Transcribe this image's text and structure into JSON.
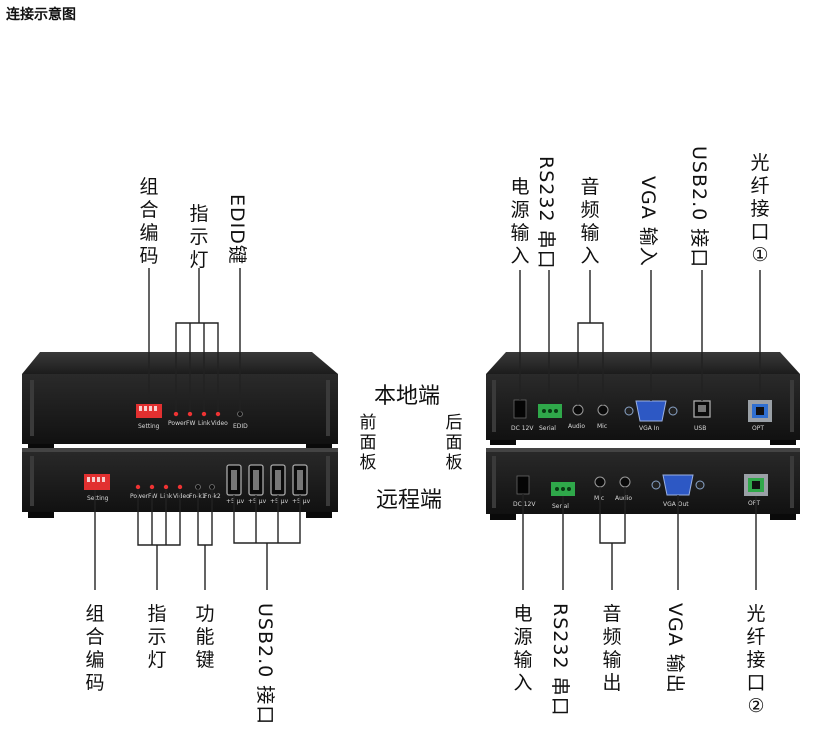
{
  "title": "连接示意图",
  "center": {
    "local": "本地端",
    "remote": "远程端",
    "front": "前\n面\n板",
    "back": "后\n面\n板"
  },
  "local_front": {
    "callouts": {
      "dip": "组\n合\n编\n码",
      "leds": "指\n示\n灯",
      "edid": "EDID键"
    },
    "panel": {
      "setting": "Setting",
      "power": "Power",
      "fw": "FW",
      "link": "Link",
      "video": "Video",
      "edid": "EDID"
    }
  },
  "remote_front": {
    "callouts": {
      "dip": "组\n合\n编\n码",
      "leds": "指\n示\n灯",
      "func": "功\n能\n键",
      "usb": "USB2.0 接口"
    },
    "panel": {
      "setting": "Setting",
      "power": "Power",
      "fw": "FW",
      "link": "Link",
      "video": "Video",
      "fn1": "Fn-k1",
      "fn2": "Fn-k2",
      "usb_port": "+5 µv"
    }
  },
  "local_back": {
    "callouts": {
      "power": "电\n源\n输\n入",
      "serial": "RS232 串口",
      "audio": "音\n频\n输\n入",
      "vga": "VGA 输入",
      "usb": "USB2.0 接口",
      "fiber": "光\n纤\n接\n口\n①"
    },
    "panel": {
      "dc": "DC 12V",
      "serial": "Serial",
      "audio": "Audio",
      "mic": "Mic",
      "vga": "VGA In",
      "usb": "USB",
      "opt": "OPT"
    }
  },
  "remote_back": {
    "callouts": {
      "power": "电\n源\n输\n入",
      "serial": "RS232 串口",
      "audio": "音\n频\n输\n出",
      "vga": "VGA 输出",
      "fiber": "光\n纤\n接\n口\n②"
    },
    "panel": {
      "dc": "DC 12V",
      "serial": "Serial",
      "mic": "Mic",
      "audio": "Audio",
      "vga": "VGA Out",
      "opt": "OPT"
    }
  }
}
